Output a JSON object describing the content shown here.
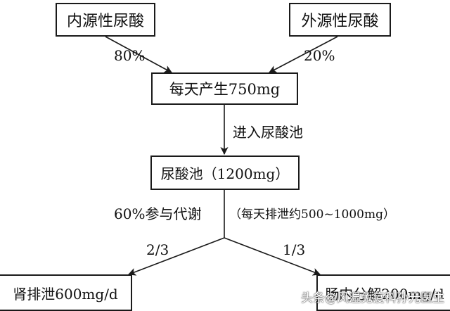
{
  "nodes": {
    "endogenous": "内源性尿酸",
    "exogenous": "外源性尿酸",
    "daily_production": "每天产生750mg",
    "uric_pool": "尿酸池（1200mg）",
    "renal": "肾排泄600mg/d",
    "intestinal": "肠内分解200mg/d"
  },
  "edges": {
    "endogenous_share": "80%",
    "exogenous_share": "20%",
    "enter_pool": "进入尿酸池",
    "metabolism": "60%参与代谢",
    "daily_excretion": "（每天排泄约500~1000mg）",
    "renal_fraction": "2/3",
    "intestinal_fraction": "1/3"
  },
  "watermark": "头条@风湿免疫科孙元医生",
  "colors": {
    "line": "#1a1a1a",
    "text": "#111111",
    "background": "#ffffff"
  }
}
